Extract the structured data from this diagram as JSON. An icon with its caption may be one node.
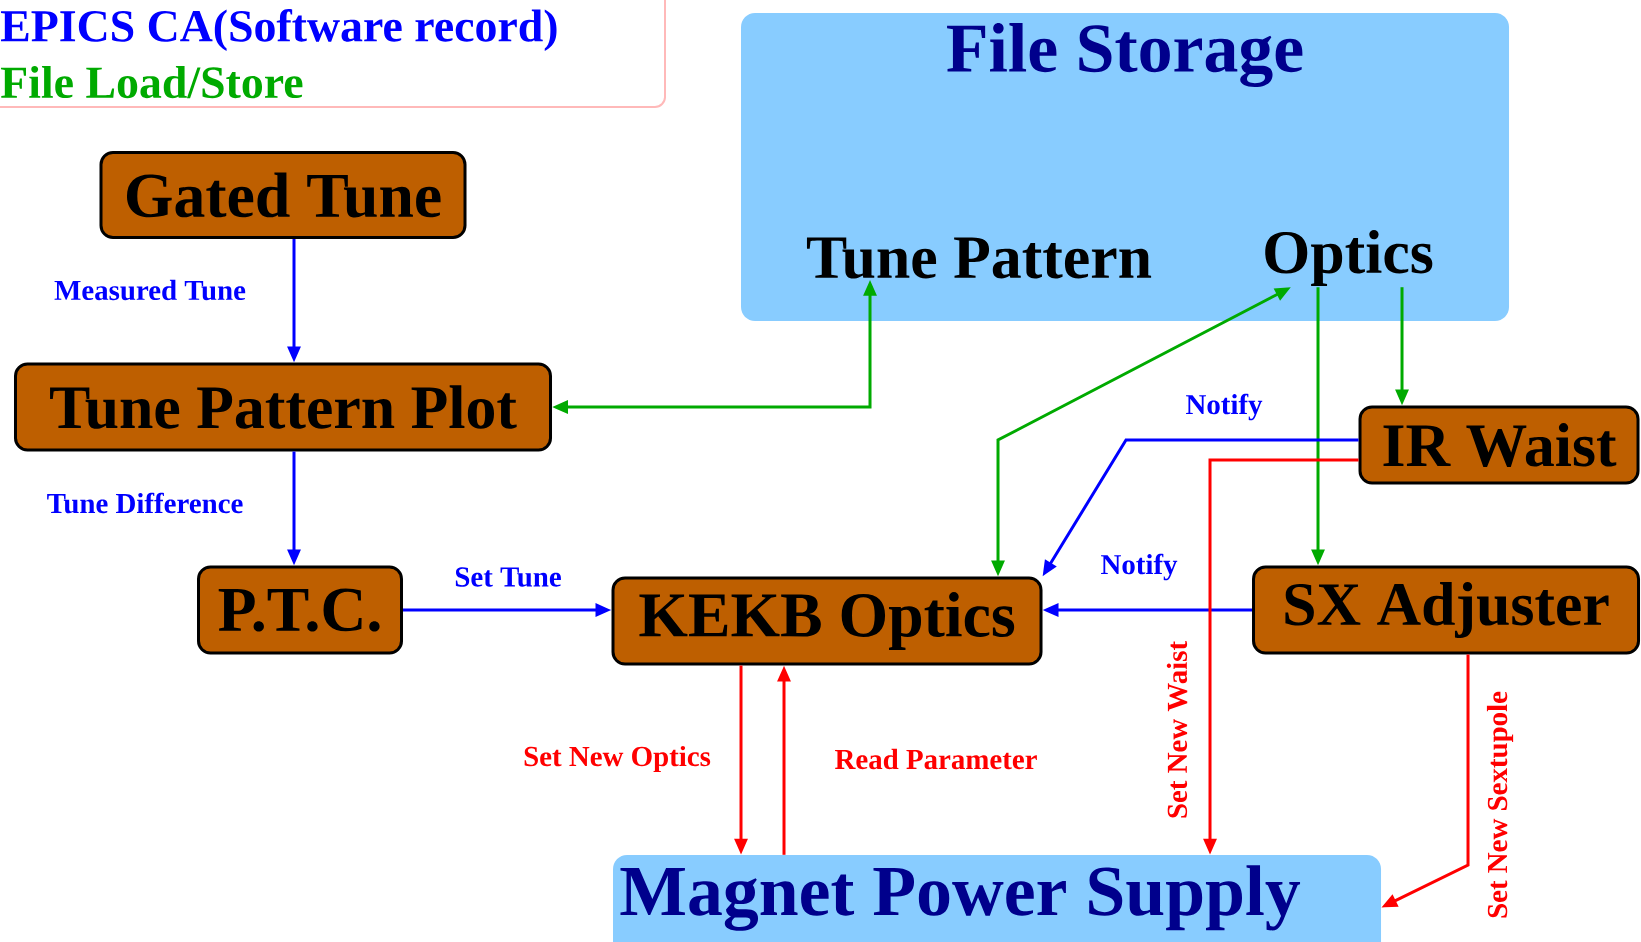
{
  "diagram": {
    "nodes": [
      {
        "text": [
          "File Storage"
        ]
      },
      {
        "text": [
          "Tune Pattern"
        ],
        "in": 0
      },
      {
        "text": [
          "Optics"
        ],
        "in": 0
      },
      {
        "text": [
          "Gated Tune"
        ]
      },
      {
        "text": [
          "Tune Pattern Plot"
        ]
      },
      {
        "text": [
          "P.T.C."
        ]
      },
      {
        "text": [
          "KEKB Optics"
        ]
      },
      {
        "text": [
          "IR Waist"
        ]
      },
      {
        "text": [
          "SX Adjuster"
        ]
      },
      {
        "text": [
          "Magnet Power Supply"
        ]
      }
    ],
    "edges": [
      {
        "from": 3,
        "to": 4,
        "arrow": "to",
        "label": "Measured Tune",
        "color": "#0000ff"
      },
      {
        "from": 4,
        "to": 5,
        "arrow": "to",
        "label": "Tune Difference",
        "color": "#0000ff"
      },
      {
        "from": 5,
        "to": 6,
        "arrow": "to",
        "label": "Set Tune",
        "color": "#0000ff"
      },
      {
        "from": 4,
        "to": 1,
        "arrow": "both",
        "color": "#00aa00"
      },
      {
        "from": 6,
        "to": 2,
        "arrow": "both",
        "color": "#00aa00"
      },
      {
        "from": 2,
        "to": 8,
        "arrow": "to",
        "color": "#00aa00"
      },
      {
        "from": 2,
        "to": 7,
        "arrow": "to",
        "color": "#00aa00"
      },
      {
        "from": 7,
        "to": 6,
        "arrow": "to",
        "label": "Notify",
        "color": "#0000ff"
      },
      {
        "from": 8,
        "to": 6,
        "arrow": "to",
        "label": "Notify",
        "color": "#0000ff"
      },
      {
        "from": 7,
        "to": 9,
        "arrow": "to",
        "label": "Set New Waist",
        "color": "#ff0000"
      },
      {
        "from": 8,
        "to": 9,
        "arrow": "to",
        "label": "Set New Sextupole",
        "color": "#ff0000"
      },
      {
        "from": 6,
        "to": 9,
        "arrow": "to",
        "label": "Set New Optics",
        "color": "#ff0000"
      },
      {
        "from": 9,
        "to": 6,
        "arrow": "to",
        "label": "Read Parameter",
        "color": "#ff0000"
      }
    ],
    "legend": [
      {
        "text": "EPICS CA(Software record)",
        "color": "#0000ff"
      },
      {
        "text": "File Load/Store",
        "color": "#00aa00"
      }
    ]
  }
}
